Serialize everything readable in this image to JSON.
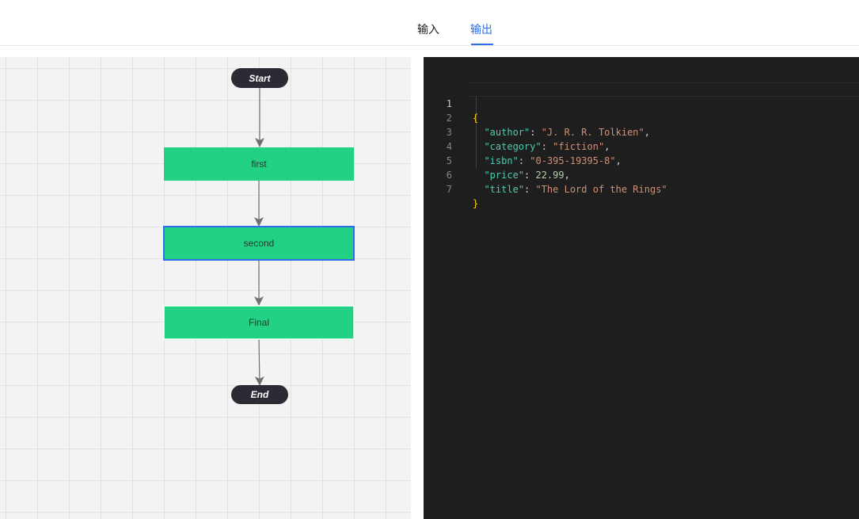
{
  "tabs": [
    {
      "label": "输入",
      "active": false
    },
    {
      "label": "输出",
      "active": true
    }
  ],
  "flow": {
    "start_label": "Start",
    "end_label": "End",
    "steps": [
      {
        "label": "first",
        "selected": false
      },
      {
        "label": "second",
        "selected": true
      },
      {
        "label": "Final",
        "selected": false
      }
    ]
  },
  "editor": {
    "line_numbers": [
      "1",
      "2",
      "3",
      "4",
      "5",
      "6",
      "7"
    ],
    "open_brace": "{",
    "close_brace": "}",
    "fields": [
      {
        "key": "\"author\"",
        "value": "\"J. R. R. Tolkien\"",
        "type": "string",
        "trail": ","
      },
      {
        "key": "\"category\"",
        "value": "\"fiction\"",
        "type": "string",
        "trail": ","
      },
      {
        "key": "\"isbn\"",
        "value": "\"0-395-19395-8\"",
        "type": "string",
        "trail": ","
      },
      {
        "key": "\"price\"",
        "value": "22.99",
        "type": "number",
        "trail": ","
      },
      {
        "key": "\"title\"",
        "value": "\"The Lord of the Rings\"",
        "type": "string",
        "trail": ""
      }
    ]
  },
  "colors": {
    "accent": "#2f6ee8",
    "node_fill": "#22d184",
    "terminal_fill": "#2b2b33",
    "edge": "#707070",
    "editor_bg": "#1e1e1e"
  }
}
